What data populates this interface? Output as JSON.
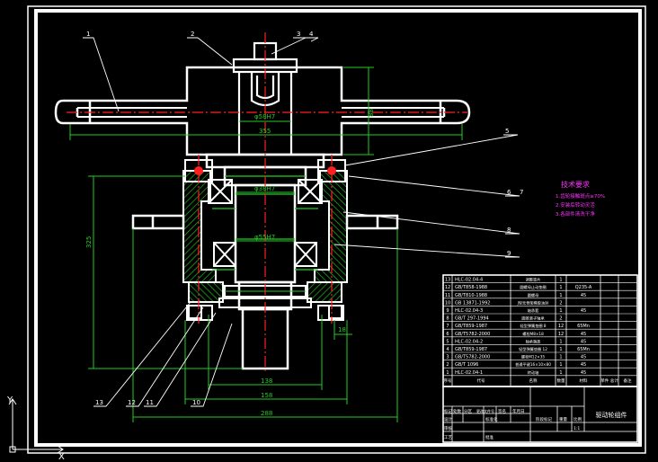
{
  "colors": {
    "background": "#000000",
    "frame": "#ffffff",
    "part_outline": "#ffffff",
    "section_hatch": "#22b822",
    "dimension": "#22cc22",
    "centerline": "#ff2020",
    "notes": "#ff33ff",
    "table_text": "#ffffff",
    "leader": "#ffffff"
  },
  "balloons": [
    {
      "id": "1",
      "label": "1"
    },
    {
      "id": "2",
      "label": "2"
    },
    {
      "id": "3",
      "label": "3"
    },
    {
      "id": "4",
      "label": "4"
    },
    {
      "id": "5",
      "label": "5"
    },
    {
      "id": "6",
      "label": "6"
    },
    {
      "id": "7",
      "label": "7"
    },
    {
      "id": "8",
      "label": "8"
    },
    {
      "id": "9",
      "label": "9"
    },
    {
      "id": "10",
      "label": "10"
    },
    {
      "id": "11",
      "label": "11"
    },
    {
      "id": "12",
      "label": "12"
    },
    {
      "id": "13",
      "label": "13"
    }
  ],
  "dimensions": {
    "d_top_bore": "φ58H7",
    "width_355": "355",
    "height_88": "88",
    "d_inner_1": "φ38H7",
    "d_inner_2": "φ55H7",
    "height_325": "325",
    "width_138": "138",
    "width_158": "158",
    "width_288": "288",
    "dim_18": "18"
  },
  "notes": {
    "title": "技术要求",
    "lines": [
      "1.齿轮接触斑点≥70%",
      "2.安装后转动灵活",
      "3.各部件清洗干净"
    ]
  },
  "parts_list": {
    "rows": [
      {
        "no": "13",
        "code": "HLC-02.04-4",
        "name": "调整垫片",
        "qty": "1",
        "mat": ""
      },
      {
        "no": "12",
        "code": "GB/T858-1988",
        "name": "圆螺母止动垫圈",
        "qty": "1",
        "mat": "Q235-A"
      },
      {
        "no": "11",
        "code": "GB/T810-1988",
        "name": "圆螺母",
        "qty": "1",
        "mat": "45"
      },
      {
        "no": "10",
        "code": "GB 13871-1992",
        "name": "J型无骨架橡胶油封",
        "qty": "2",
        "mat": ""
      },
      {
        "no": "9",
        "code": "HLC-02.04-3",
        "name": "轴承套",
        "qty": "1",
        "mat": "45"
      },
      {
        "no": "8",
        "code": "GB/T 297-1994",
        "name": "圆锥滚子轴承",
        "qty": "2",
        "mat": ""
      },
      {
        "no": "7",
        "code": "GB/T859-1987",
        "name": "轻型弹簧垫圈 8",
        "qty": "12",
        "mat": "65Mn"
      },
      {
        "no": "6",
        "code": "GB/T5782-2000",
        "name": "螺栓M8×18",
        "qty": "12",
        "mat": "45"
      },
      {
        "no": "5",
        "code": "HLC-02.04-2",
        "name": "轴承端盖",
        "qty": "1",
        "mat": "45"
      },
      {
        "no": "4",
        "code": "GB/T859-1987",
        "name": "轻型弹簧垫圈 12",
        "qty": "1",
        "mat": "65Mn"
      },
      {
        "no": "3",
        "code": "GB/T5782-2000",
        "name": "螺栓M12×35",
        "qty": "1",
        "mat": "45"
      },
      {
        "no": "2",
        "code": "GB/T 1096",
        "name": "普通平键16×10×80",
        "qty": "1",
        "mat": "45"
      },
      {
        "no": "1",
        "code": "HLC-02.04-1",
        "name": "转动轴",
        "qty": "1",
        "mat": "45"
      }
    ],
    "header": {
      "no": "序号",
      "code": "代号",
      "name": "名称",
      "qty": "数量",
      "mat": "材料",
      "weight": "单件 总计",
      "remark": "备注"
    }
  },
  "title_block": {
    "title": "驱动轮组件",
    "labels": [
      "标记",
      "处数",
      "分区",
      "更改文件号",
      "签名",
      "年月日",
      "设计",
      "标准化",
      "审核",
      "工艺",
      "批准",
      "阶段标记",
      "重量",
      "比例"
    ],
    "scale": "1:1"
  }
}
